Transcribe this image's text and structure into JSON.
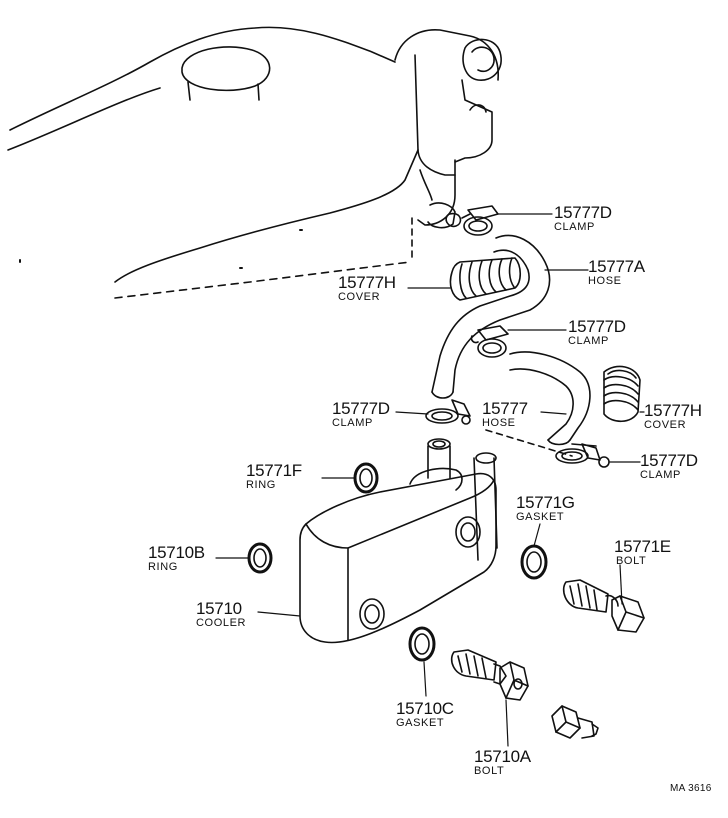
{
  "diagram": {
    "reference": "MA 3616",
    "parts": {
      "clamp_top": {
        "number": "15777D",
        "name": "CLAMP"
      },
      "hose_upper": {
        "number": "15777A",
        "name": "HOSE"
      },
      "cover_upper": {
        "number": "15777H",
        "name": "COVER"
      },
      "clamp_mid": {
        "number": "15777D",
        "name": "CLAMP"
      },
      "clamp_left": {
        "number": "15777D",
        "name": "CLAMP"
      },
      "hose_lower": {
        "number": "15777",
        "name": "HOSE"
      },
      "cover_lower": {
        "number": "15777H",
        "name": "COVER"
      },
      "clamp_bottom": {
        "number": "15777D",
        "name": "CLAMP"
      },
      "ring_upper": {
        "number": "15771F",
        "name": "RING"
      },
      "gasket_right": {
        "number": "15771G",
        "name": "GASKET"
      },
      "bolt_right": {
        "number": "15771E",
        "name": "BOLT"
      },
      "ring_lower": {
        "number": "15710B",
        "name": "RING"
      },
      "cooler": {
        "number": "15710",
        "name": "COOLER"
      },
      "gasket_lower": {
        "number": "15710C",
        "name": "GASKET"
      },
      "bolt_lower": {
        "number": "15710A",
        "name": "BOLT"
      }
    }
  }
}
